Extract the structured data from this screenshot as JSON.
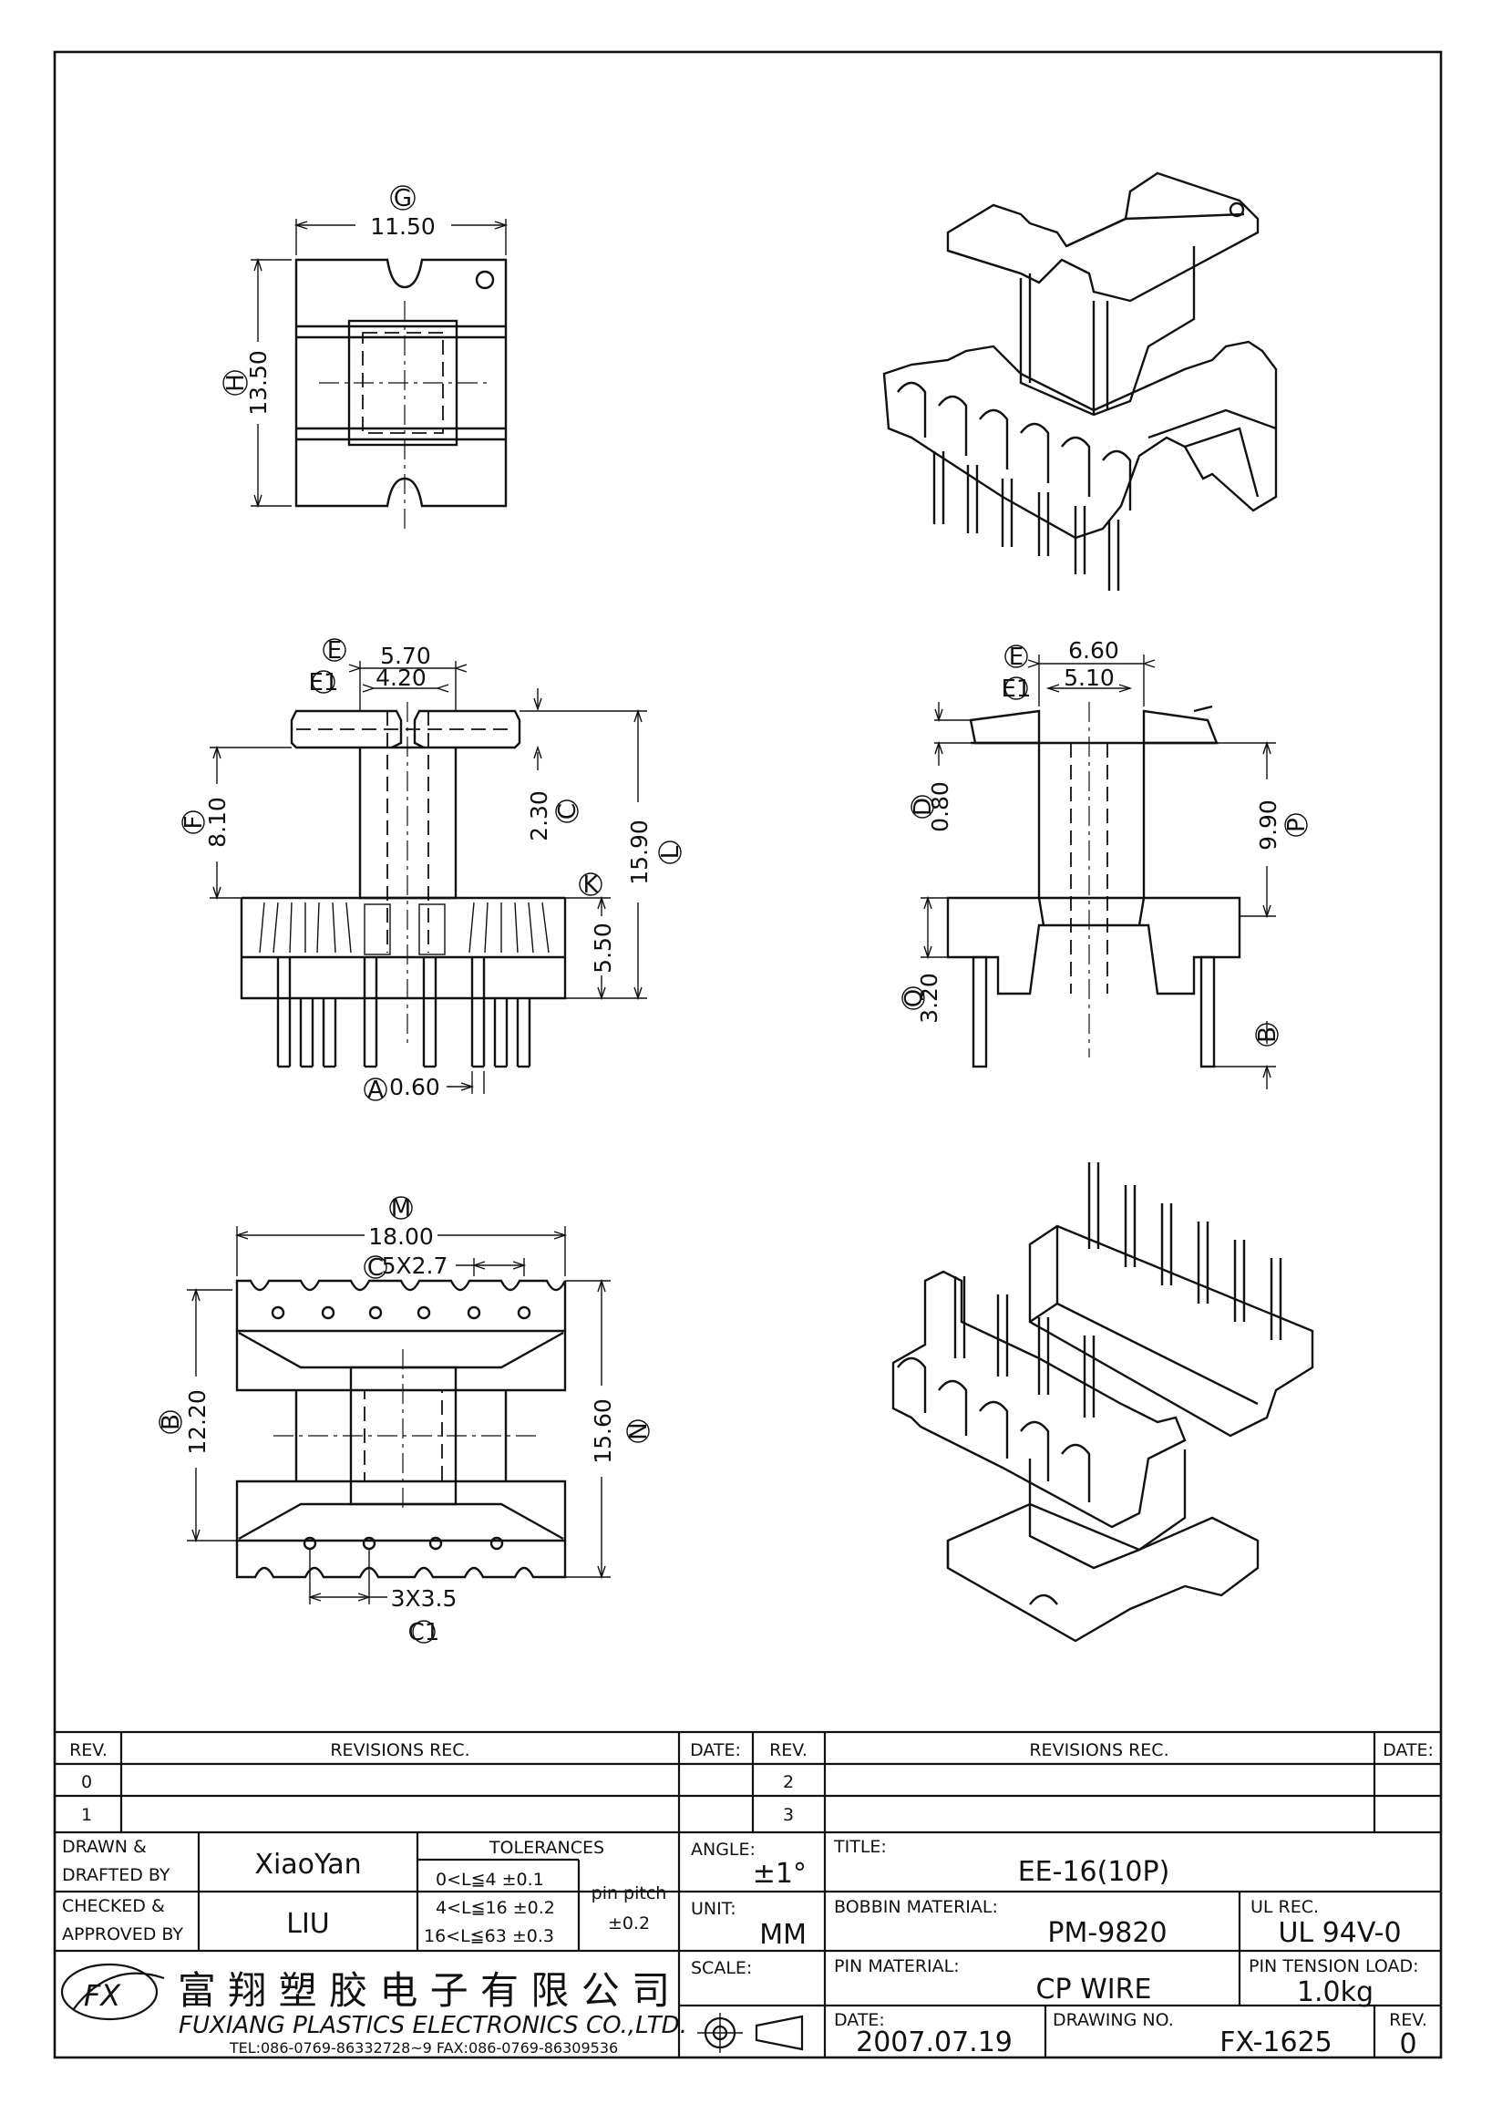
{
  "dimensions": {
    "top_view": {
      "width": "11.50",
      "height": "13.50",
      "sym_width": "G",
      "sym_height": "H"
    },
    "front_view": {
      "e": "5.70",
      "e1": "4.20",
      "f": "8.10",
      "c": "2.30",
      "total": "15.90",
      "k": "5.50",
      "pin": "0.60",
      "sym_e": "E",
      "sym_e1": "E1",
      "sym_f": "F",
      "sym_c": "C",
      "sym_l": "L",
      "sym_k": "K",
      "sym_a": "A"
    },
    "side_view": {
      "e": "6.60",
      "e1": "5.10",
      "d": "0.80",
      "p": "9.90",
      "q": "3.20",
      "sym_e": "E",
      "sym_e1": "E1",
      "sym_d": "D",
      "sym_p": "P",
      "sym_q": "Q",
      "sym_b": "B"
    },
    "bottom_view": {
      "m": "18.00",
      "c_pitch": "5X2.7",
      "b": "12.20",
      "n": "15.60",
      "c1_pitch": "3X3.5",
      "sym_m": "M",
      "sym_c": "C",
      "sym_b": "B",
      "sym_n": "N",
      "sym_c1": "C1"
    }
  },
  "title_block": {
    "rev_header": "REV.",
    "revisions_header": "REVISIONS    REC.",
    "date_header": "DATE:",
    "rev_rows_left": [
      "0",
      "1"
    ],
    "rev_rows_right": [
      "2",
      "3"
    ],
    "drawn_label": "DRAWN  &\nDRAFTED BY",
    "drawn_line1": "DRAWN  &",
    "drawn_line2": "DRAFTED BY",
    "drawn_value": "XiaoYan",
    "checked_line1": "CHECKED  &",
    "checked_line2": "APPROVED BY",
    "checked_value": "LIU",
    "tolerances_label": "TOLERANCES",
    "tol_row1": "0<L≦4     ±0.1",
    "tol_row2": "4<L≦16  ±0.2",
    "tol_row3": "16<L≦63  ±0.3",
    "pin_pitch_label": "pin  pitch",
    "pin_pitch_value": "±0.2",
    "angle_label": "ANGLE:",
    "angle_value": "±1°",
    "unit_label": "UNIT:",
    "unit_value": "MM",
    "scale_label": "SCALE:",
    "title_label": "TITLE:",
    "title_value": "EE-16(10P)",
    "bobbin_label": "BOBBIN  MATERIAL:",
    "bobbin_value": "PM-9820",
    "ul_label": "UL  REC.",
    "ul_value": "UL  94V-0",
    "pin_material_label": "PIN  MATERIAL:",
    "pin_material_value": "CP  WIRE",
    "pin_tension_label": "PIN  TENSION  LOAD:",
    "pin_tension_value": "1.0kg",
    "date_label": "DATE:",
    "date_value": "2007.07.19",
    "drawing_no_label": "DRAWING  NO.",
    "drawing_no_value": "FX-1625",
    "rev_label": "REV.",
    "rev_value": "0",
    "company_cn": "富 翔 塑 胶 电 子 有 限 公 司",
    "company_en": "FUXIANG PLASTICS ELECTRONICS CO.,LTD.",
    "company_contact": "TEL:086-0769-86332728~9   FAX:086-0769-86309536"
  }
}
